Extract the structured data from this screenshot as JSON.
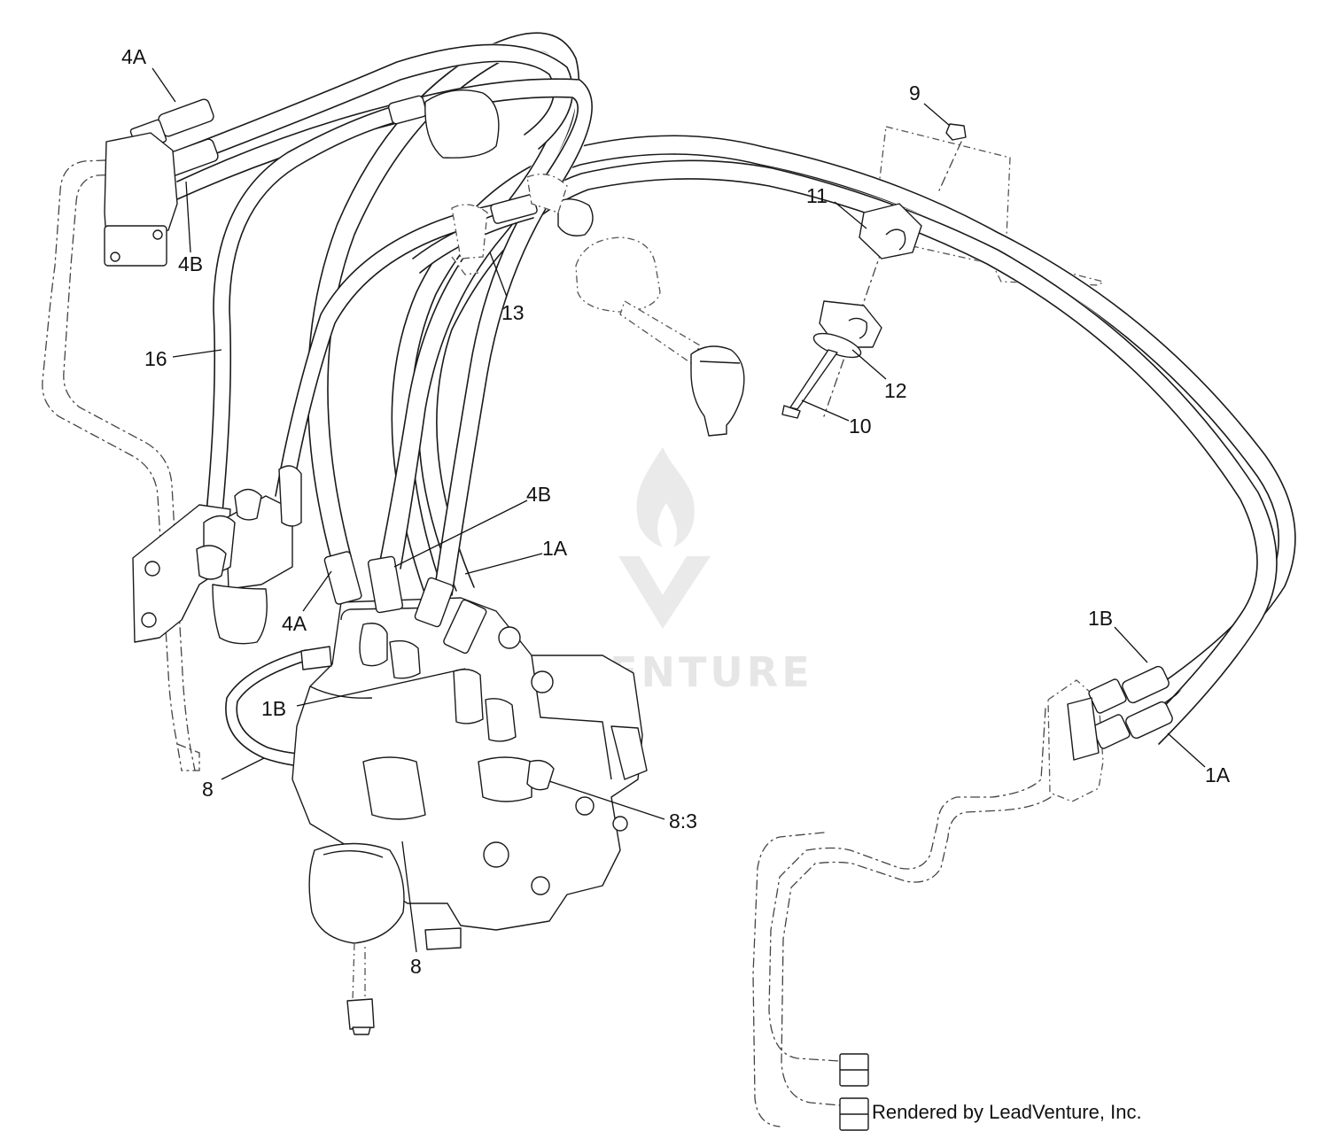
{
  "callouts": {
    "c_4a_top": "4A",
    "c_4b_top": "4B",
    "c_16": "16",
    "c_13": "13",
    "c_9": "9",
    "c_11": "11",
    "c_12": "12",
    "c_10": "10",
    "c_4b_mid": "4B",
    "c_1a_mid": "1A",
    "c_4a_mid": "4A",
    "c_1b_mid": "1B",
    "c_8_left": "8",
    "c_8_3": "8:3",
    "c_8_bottom": "8",
    "c_1b_right": "1B",
    "c_1a_right": "1A"
  },
  "watermark": {
    "text": "LEADVENTURE"
  },
  "credit": "Rendered by LeadVenture, Inc."
}
